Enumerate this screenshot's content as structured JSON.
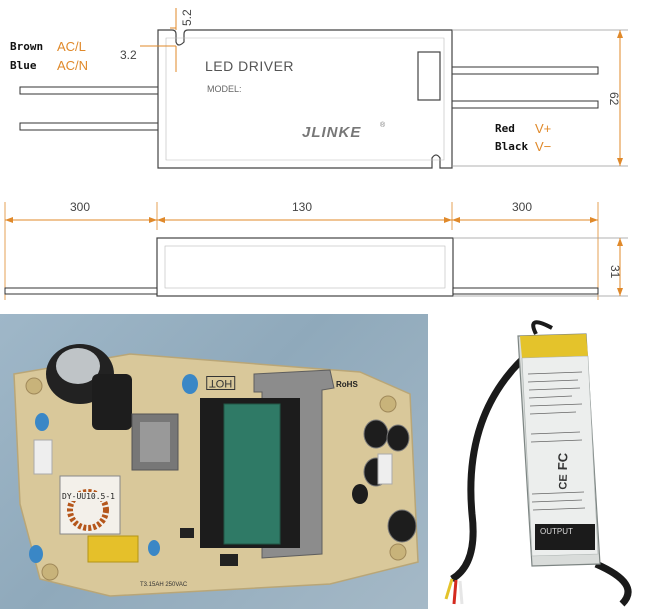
{
  "top_diagram": {
    "dim_5_2": "5.2",
    "dim_3_2": "3.2",
    "wire_brown_name": "Brown",
    "wire_brown_func": "AC/L",
    "wire_blue_name": "Blue",
    "wire_blue_func": "AC/N",
    "title": "LED DRIVER",
    "model": "MODEL:",
    "brand": "JLINKE",
    "brand_mark": "®",
    "wire_red_name": "Red",
    "wire_red_func": "V+",
    "wire_black_name": "Black",
    "wire_black_func": "V−",
    "height_dim": "62"
  },
  "side_diagram": {
    "left_wire_dim": "300",
    "body_dim": "130",
    "right_wire_dim": "300",
    "thickness_dim": "31"
  },
  "pcb_photo": {
    "inductor_label": "DY-UU10.5-1",
    "hot_label": "HOT",
    "rohs_label": "RoHS",
    "fuse_label": "T3.15AH 250VAC"
  },
  "product_photo": {
    "output_label": "OUTPUT",
    "fc_mark": "FC",
    "ce_mark": "CE"
  },
  "colors": {
    "accent_orange": "#e0892a",
    "line_gray": "#555555",
    "pcb_tan": "#d9c89a",
    "transformer_green": "#2f7a66"
  }
}
